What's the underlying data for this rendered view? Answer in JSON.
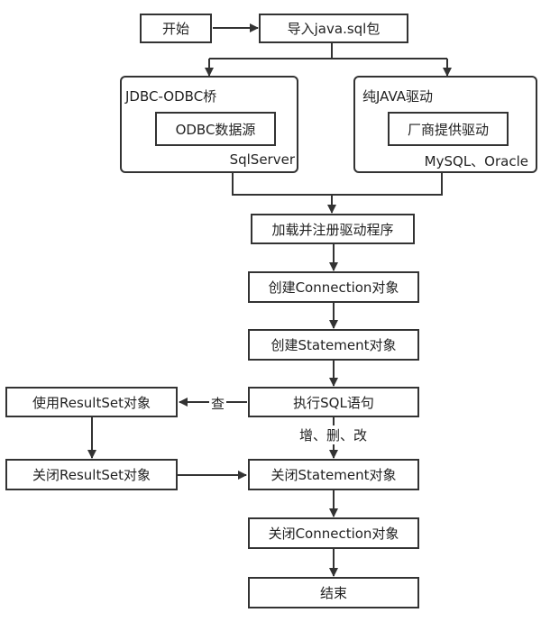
{
  "nodes": {
    "start": "开始",
    "import": "导入java.sql包",
    "jdbc_odbc": "JDBC-ODBC桥",
    "odbc_source": "ODBC数据源",
    "sqlserver": "SqlServer",
    "pure_java": "纯JAVA驱动",
    "vendor_driver": "厂商提供驱动",
    "mysql_oracle": "MySQL、Oracle",
    "load_driver": "加载并注册驱动程序",
    "create_connection": "创建Connection对象",
    "create_statement": "创建Statement对象",
    "execute_sql": "执行SQL语句",
    "use_resultset": "使用ResultSet对象",
    "close_resultset": "关闭ResultSet对象",
    "close_statement": "关闭Statement对象",
    "close_connection": "关闭Connection对象",
    "end": "结束"
  },
  "edge_labels": {
    "query": "查",
    "update": "增、删、改"
  },
  "colors": {
    "stroke": "#333333",
    "fill": "#ffffff",
    "text": "#222222"
  }
}
